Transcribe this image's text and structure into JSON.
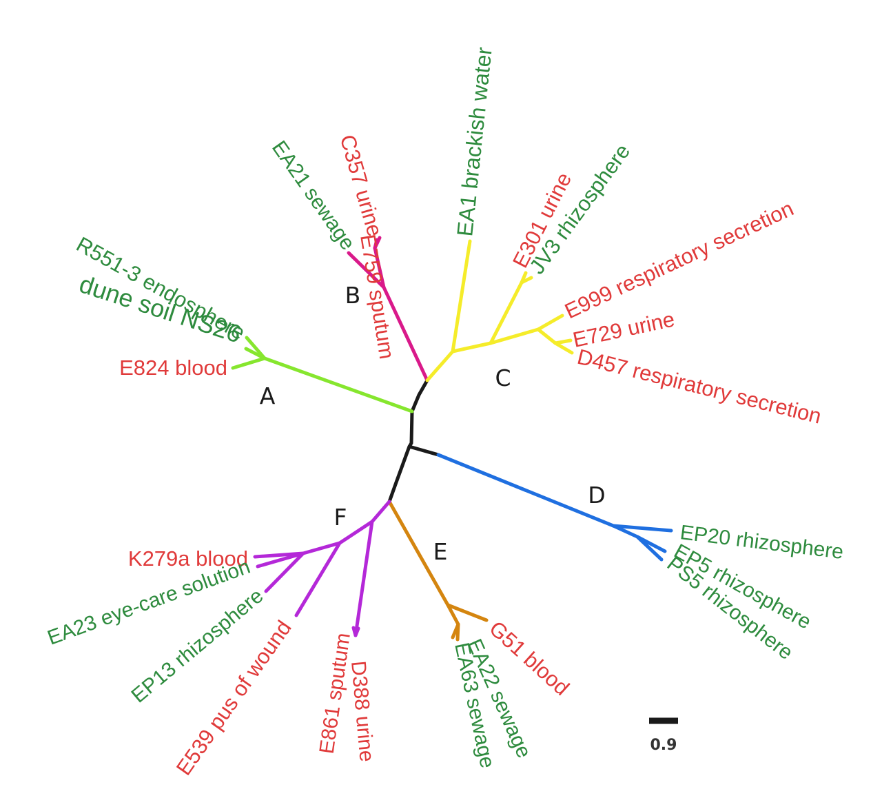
{
  "colors": {
    "clinical": "#e03a3a",
    "environmental": "#2e8b3e",
    "clade_A": "#86e62e",
    "clade_B": "#d9198a",
    "clade_C": "#f5ec2a",
    "clade_D": "#1f6fe0",
    "clade_E": "#d4850f",
    "clade_F": "#b428d8",
    "backbone": "#1a1a1a"
  },
  "clades": [
    {
      "id": "A",
      "label": "A"
    },
    {
      "id": "B",
      "label": "B"
    },
    {
      "id": "C",
      "label": "C"
    },
    {
      "id": "D",
      "label": "D"
    },
    {
      "id": "E",
      "label": "E"
    },
    {
      "id": "F",
      "label": "F"
    }
  ],
  "taxa": [
    {
      "label": "R551-3 endosphere",
      "clade": "A",
      "source": "environmental"
    },
    {
      "label": "dune soil NS26",
      "clade": "A",
      "source": "environmental"
    },
    {
      "label": "E824 blood",
      "clade": "A",
      "source": "clinical"
    },
    {
      "label": "EA21 sewage",
      "clade": "B",
      "source": "environmental"
    },
    {
      "label": "C357 urine",
      "clade": "B",
      "source": "clinical"
    },
    {
      "label": "E759 sputum",
      "clade": "B",
      "source": "clinical"
    },
    {
      "label": "EA1 brackish water",
      "clade": "C",
      "source": "environmental"
    },
    {
      "label": "E301 urine",
      "clade": "C",
      "source": "clinical"
    },
    {
      "label": "JV3 rhizosphere",
      "clade": "C",
      "source": "environmental"
    },
    {
      "label": "E999 respiratory secretion",
      "clade": "C",
      "source": "clinical"
    },
    {
      "label": "E729 urine",
      "clade": "C",
      "source": "clinical"
    },
    {
      "label": "D457 respiratory secretion",
      "clade": "C",
      "source": "clinical"
    },
    {
      "label": "EP20 rhizosphere",
      "clade": "D",
      "source": "environmental"
    },
    {
      "label": "EP5 rhizosphere",
      "clade": "D",
      "source": "environmental"
    },
    {
      "label": "PS5 rhizosphere",
      "clade": "D",
      "source": "environmental"
    },
    {
      "label": "G51 blood",
      "clade": "E",
      "source": "clinical"
    },
    {
      "label": "EA22 sewage",
      "clade": "E",
      "source": "environmental"
    },
    {
      "label": "EA63 sewage",
      "clade": "E",
      "source": "environmental"
    },
    {
      "label": "K279a blood",
      "clade": "F",
      "source": "clinical"
    },
    {
      "label": "EA23 eye-care solution",
      "clade": "F",
      "source": "environmental"
    },
    {
      "label": "EP13 rhizosphere",
      "clade": "F",
      "source": "environmental"
    },
    {
      "label": "E539 pus of wound",
      "clade": "F",
      "source": "clinical"
    },
    {
      "label": "E861 sputum",
      "clade": "F",
      "source": "clinical"
    },
    {
      "label": "D388 urine",
      "clade": "F",
      "source": "clinical"
    }
  ],
  "scale_bar": {
    "label": "0.9"
  }
}
